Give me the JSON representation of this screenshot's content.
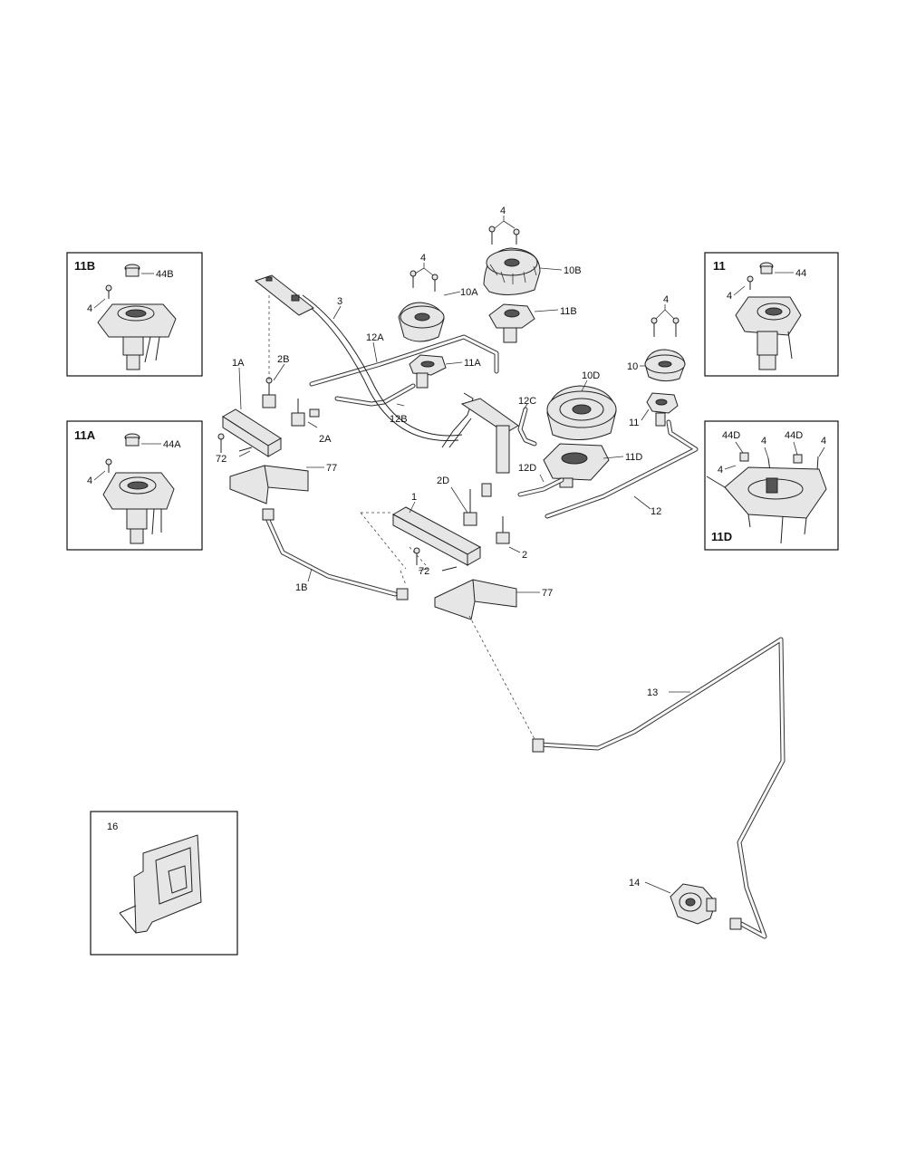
{
  "callouts": {
    "c_4_top": "4",
    "c_10B": "10B",
    "c_4_10A": "4",
    "c_10A": "10A",
    "c_11B": "11B",
    "c_3": "3",
    "c_12A": "12A",
    "c_11A": "11A",
    "c_2B": "2B",
    "c_1A": "1A",
    "c_2A": "2A",
    "c_12B": "12B",
    "c_72_left": "72",
    "c_77_left": "77",
    "c_4_10": "4",
    "c_10": "10",
    "c_10D": "10D",
    "c_12C": "12C",
    "c_11": "11",
    "c_12D": "12D",
    "c_11D": "11D",
    "c_12": "12",
    "c_1": "1",
    "c_2D": "2D",
    "c_2": "2",
    "c_72_center": "72",
    "c_77_center": "77",
    "c_1B": "1B",
    "c_13": "13",
    "c_14": "14"
  },
  "boxes": {
    "box_11B": {
      "title": "11B",
      "screw": "4",
      "cap": "44B"
    },
    "box_11A": {
      "title": "11A",
      "screw": "4",
      "cap": "44A"
    },
    "box_11": {
      "title": "11",
      "screw": "4",
      "cap": "44"
    },
    "box_11D": {
      "title": "11D",
      "screw_left": "4",
      "cap_left": "44D",
      "screw_mid": "4",
      "cap_right": "44D",
      "screw_right": "4"
    },
    "box_16": {
      "title": "16"
    }
  }
}
